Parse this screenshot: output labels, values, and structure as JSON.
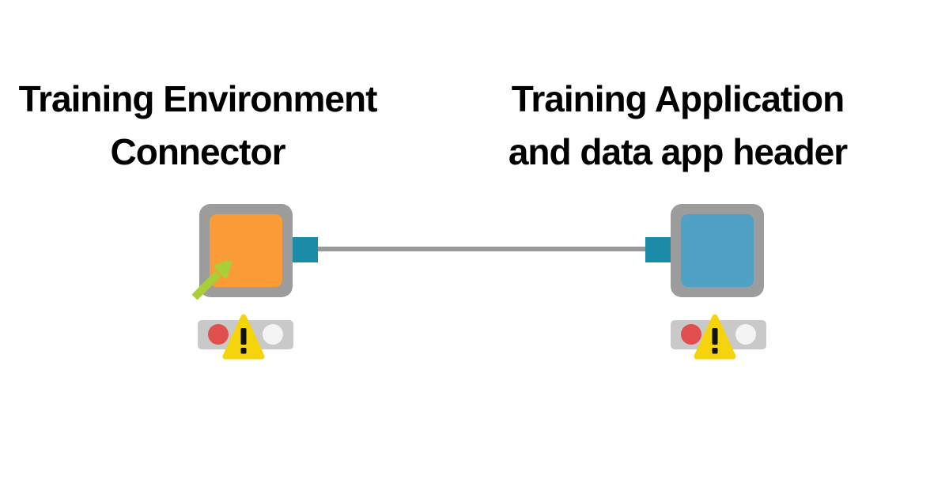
{
  "workflow": {
    "background_color": "#ffffff",
    "connection": {
      "color": "#999999",
      "port_color": "#1b8ca8"
    },
    "nodes": [
      {
        "name": "Training Environment Connector",
        "label_lines": [
          "Training Environment",
          "Connector"
        ],
        "label_color": "#000000",
        "body_color": "#fb9b37",
        "frame_color": "#9c9c9c",
        "port_color": "#1b8ca8",
        "decorator_icon": "source-arrow-icon",
        "decorator_color": "#a8cf38",
        "status": {
          "bar_color": "#c9c9c9",
          "red_light_color": "#e04e4e",
          "off_light_color": "#f3f3f3",
          "warning_icon": "warning-triangle-icon",
          "warning_color": "#f6d40b",
          "warning_glyph": "!"
        }
      },
      {
        "name": "Training Application and data app header",
        "label_lines": [
          "Training Application",
          "and data app header"
        ],
        "label_color": "#000000",
        "body_color": "#4fa1c5",
        "frame_color": "#9c9c9c",
        "port_color": "#1b8ca8",
        "status": {
          "bar_color": "#c9c9c9",
          "red_light_color": "#e04e4e",
          "off_light_color": "#f3f3f3",
          "warning_icon": "warning-triangle-icon",
          "warning_color": "#f6d40b",
          "warning_glyph": "!"
        }
      }
    ]
  }
}
